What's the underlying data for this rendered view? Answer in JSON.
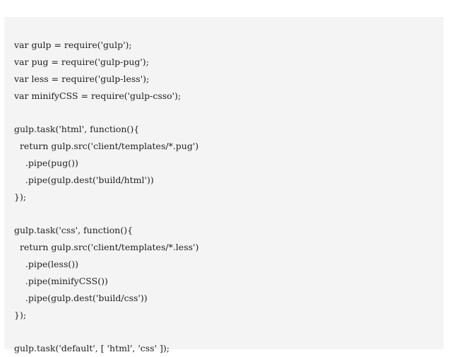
{
  "code": {
    "lines": [
      "var gulp = require('gulp');",
      "var pug = require('gulp-pug');",
      "var less = require('gulp-less');",
      "var minifyCSS = require('gulp-csso');",
      "",
      "gulp.task('html', function(){",
      "  return gulp.src('client/templates/*.pug')",
      "    .pipe(pug())",
      "    .pipe(gulp.dest('build/html'))",
      "});",
      "",
      "gulp.task('css', function(){",
      "  return gulp.src('client/templates/*.less')",
      "    .pipe(less())",
      "    .pipe(minifyCSS())",
      "    .pipe(gulp.dest('build/css'))",
      "});",
      "",
      "gulp.task('default', [ 'html', 'css' ]);"
    ]
  },
  "colors": {
    "panel_background": "#f4f4f4",
    "text": "#222222"
  }
}
